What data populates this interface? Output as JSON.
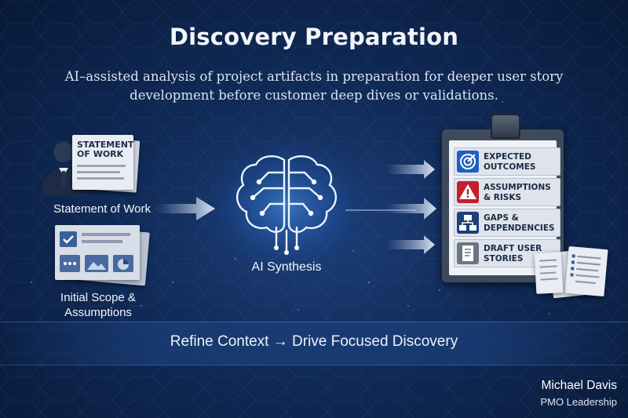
{
  "title": "Discovery Preparation",
  "subtitle": "AI–assisted analysis of project artifacts in preparation for deeper user story development before customer deep dives or validations.",
  "inputs": {
    "sow": {
      "doc_heading": "STATEMENT OF WORK",
      "label": "Statement of Work"
    },
    "scope": {
      "label": "Initial Scope & Assumptions"
    }
  },
  "center": {
    "label": "AI Synthesis"
  },
  "outputs": [
    {
      "text": "EXPECTED OUTCOMES",
      "icon": "target-icon",
      "color": "#1f5fc4"
    },
    {
      "text": "ASSUMPTIONS & RISKS",
      "icon": "warning-icon",
      "color": "#c41f2b"
    },
    {
      "text": "GAPS & DEPENDENCIES",
      "icon": "dependency-icon",
      "color": "#1d3f7a"
    },
    {
      "text": "DRAFT USER STORIES",
      "icon": "document-icon",
      "color": "#6b7686"
    }
  ],
  "tagline": "Refine Context → Drive Focused Discovery",
  "author": {
    "name": "Michael Davis",
    "role": "PMO Leadership"
  },
  "colors": {
    "accent": "#3d8bff",
    "background": "#0c2249",
    "glow": "#5fb0ff"
  }
}
